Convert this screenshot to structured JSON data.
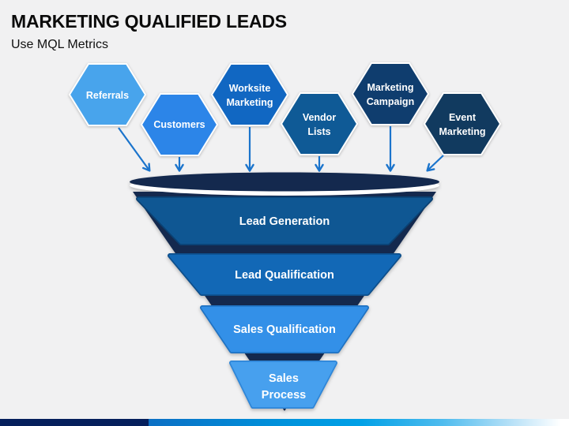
{
  "slide": {
    "title": "MARKETING QUALIFIED LEADS",
    "subtitle": "Use MQL Metrics",
    "background_color": "#F1F1F2"
  },
  "sources": [
    {
      "name": "referrals",
      "lines": [
        "Referrals"
      ],
      "color": "#48A4EC"
    },
    {
      "name": "customers",
      "lines": [
        "Customers"
      ],
      "color": "#2C85E8"
    },
    {
      "name": "worksite-marketing",
      "lines": [
        "Worksite",
        "Marketing"
      ],
      "color": "#1167C2"
    },
    {
      "name": "vendor-lists",
      "lines": [
        "Vendor",
        "Lists"
      ],
      "color": "#0F5A96"
    },
    {
      "name": "marketing-campaign",
      "lines": [
        "Marketing",
        "Campaign"
      ],
      "color": "#0F3D6E"
    },
    {
      "name": "event-marketing",
      "lines": [
        "Event",
        "Marketing"
      ],
      "color": "#113A5F"
    }
  ],
  "arrows": {
    "color": "#1B74CC"
  },
  "funnel": {
    "back_color": "#14294E",
    "rim_color": "#FFFFFF",
    "stages": [
      {
        "label": "Lead Generation",
        "color": "#0F5793",
        "border": "#0A4173"
      },
      {
        "label": "Lead Qualification",
        "color": "#1268B6",
        "border": "#0D4F8C"
      },
      {
        "label": "Sales Qualification",
        "color": "#3390E8",
        "border": "#1F72C2"
      },
      {
        "label": "Sales Process",
        "lines": [
          "Sales",
          "Process"
        ],
        "color": "#47A0EE",
        "border": "#2E86D8"
      }
    ]
  },
  "footer": {
    "navy_color": "#051F5C",
    "blue_color": "#00A0E6"
  }
}
